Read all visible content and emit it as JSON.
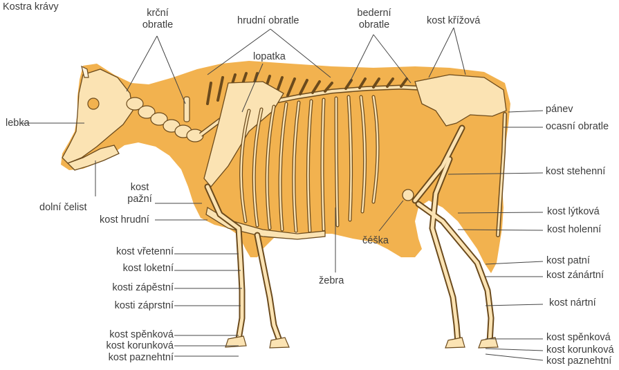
{
  "title": "Kostra krávy",
  "colors": {
    "background": "#ffffff",
    "body_fill": "#f2b24f",
    "bone": "#fbe3b3",
    "bone_outline": "#6b4a1c",
    "leader_line": "#444444"
  },
  "labels": {
    "krcni_obratle": [
      "krční",
      "obratle"
    ],
    "hrudni_obratle": "hrudní obratle",
    "bederni_obratle": [
      "bederní",
      "obratle"
    ],
    "kost_krizova": "kost křížová",
    "lopatka": "lopatka",
    "lebka": "lebka",
    "dolni_celist": "dolní čelist",
    "kost_pazni": [
      "kost",
      "pažní"
    ],
    "kost_hrudni": "kost hrudní",
    "kost_vretenni": "kost vřetenní",
    "kost_loketni": "kost loketní",
    "kosti_zapestni": "kosti zápěstní",
    "kosti_zaprstni": "kosti záprstní",
    "kost_spenkova_left": "kost spěnková",
    "kost_korunkova_left": "kost korunková",
    "kost_paznehtni_left": "kost paznehtní",
    "zebra": "žebra",
    "ceska": "čéška",
    "panev": "pánev",
    "ocasni_obratle": "ocasní obratle",
    "kost_stehenni": "kost stehenní",
    "kost_lytkova": "kost lýtková",
    "kost_holenni": "kost holenní",
    "kost_patni": "kost patní",
    "kost_zanartni": "kost zánártní",
    "kost_nartni": "kost nártní",
    "kost_spenkova_right": "kost spěnková",
    "kost_korunkova_right": "kost korunková",
    "kost_paznehtni_right": "kost paznehtní"
  }
}
